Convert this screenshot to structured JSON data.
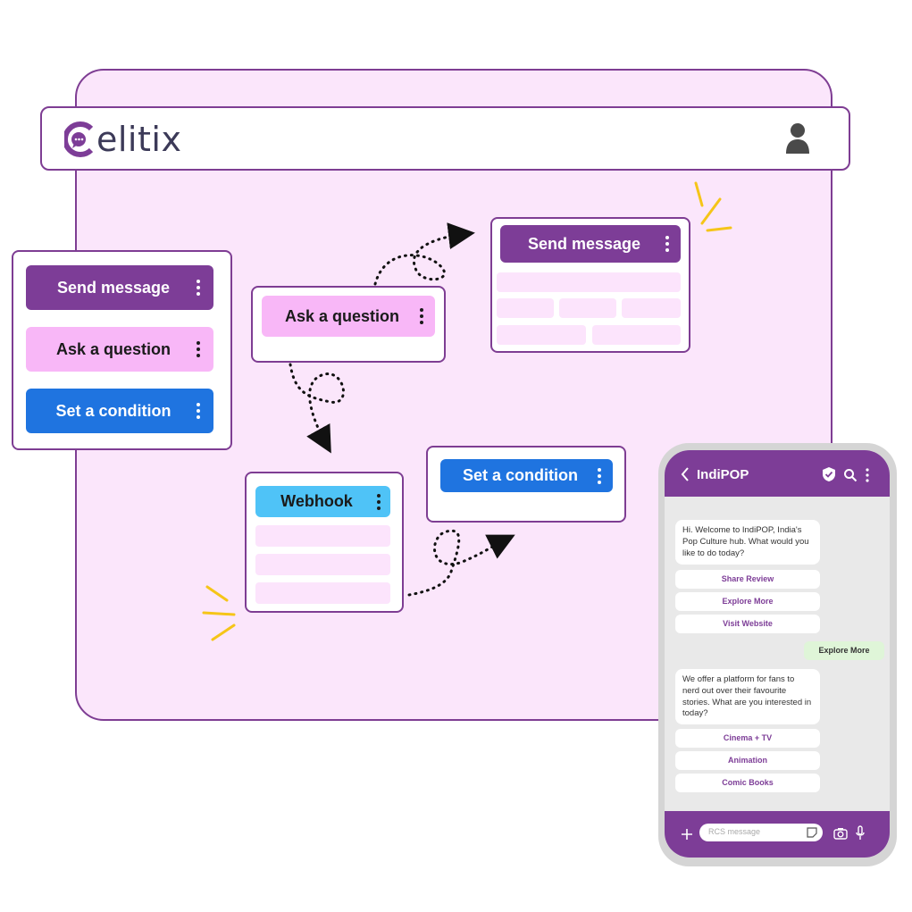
{
  "brand": {
    "logo_text": "elitix"
  },
  "palette": {
    "primary_purple": "#7d3d97",
    "pink": "#f8b7f7",
    "blue": "#1f74e0",
    "cyan": "#4fc3f7",
    "canvas": "#fbe6fb"
  },
  "node_menu": {
    "items": [
      {
        "label": "Send message",
        "icon": "more-vert-icon"
      },
      {
        "label": "Ask a question",
        "icon": "more-vert-icon"
      },
      {
        "label": "Set a condition",
        "icon": "more-vert-icon"
      }
    ]
  },
  "flow": {
    "ask_node": "Ask a question",
    "send_node": "Send message",
    "webhook_node": "Webhook",
    "condition_node": "Set a condition"
  },
  "phone": {
    "contact": "IndiPOP",
    "messages": [
      {
        "text": "Hi. Welcome to IndiPOP, India's Pop Culture hub. What would you like to do today?"
      },
      {
        "text": "We offer a platform for fans to nerd out over their favourite stories. What are you interested in today?"
      }
    ],
    "first_chips": [
      "Share Review",
      "Explore More",
      "Visit Website"
    ],
    "user_reply": "Explore More",
    "second_chips": [
      "Cinema + TV",
      "Animation",
      "Comic Books"
    ],
    "input_placeholder": "RCS message"
  }
}
